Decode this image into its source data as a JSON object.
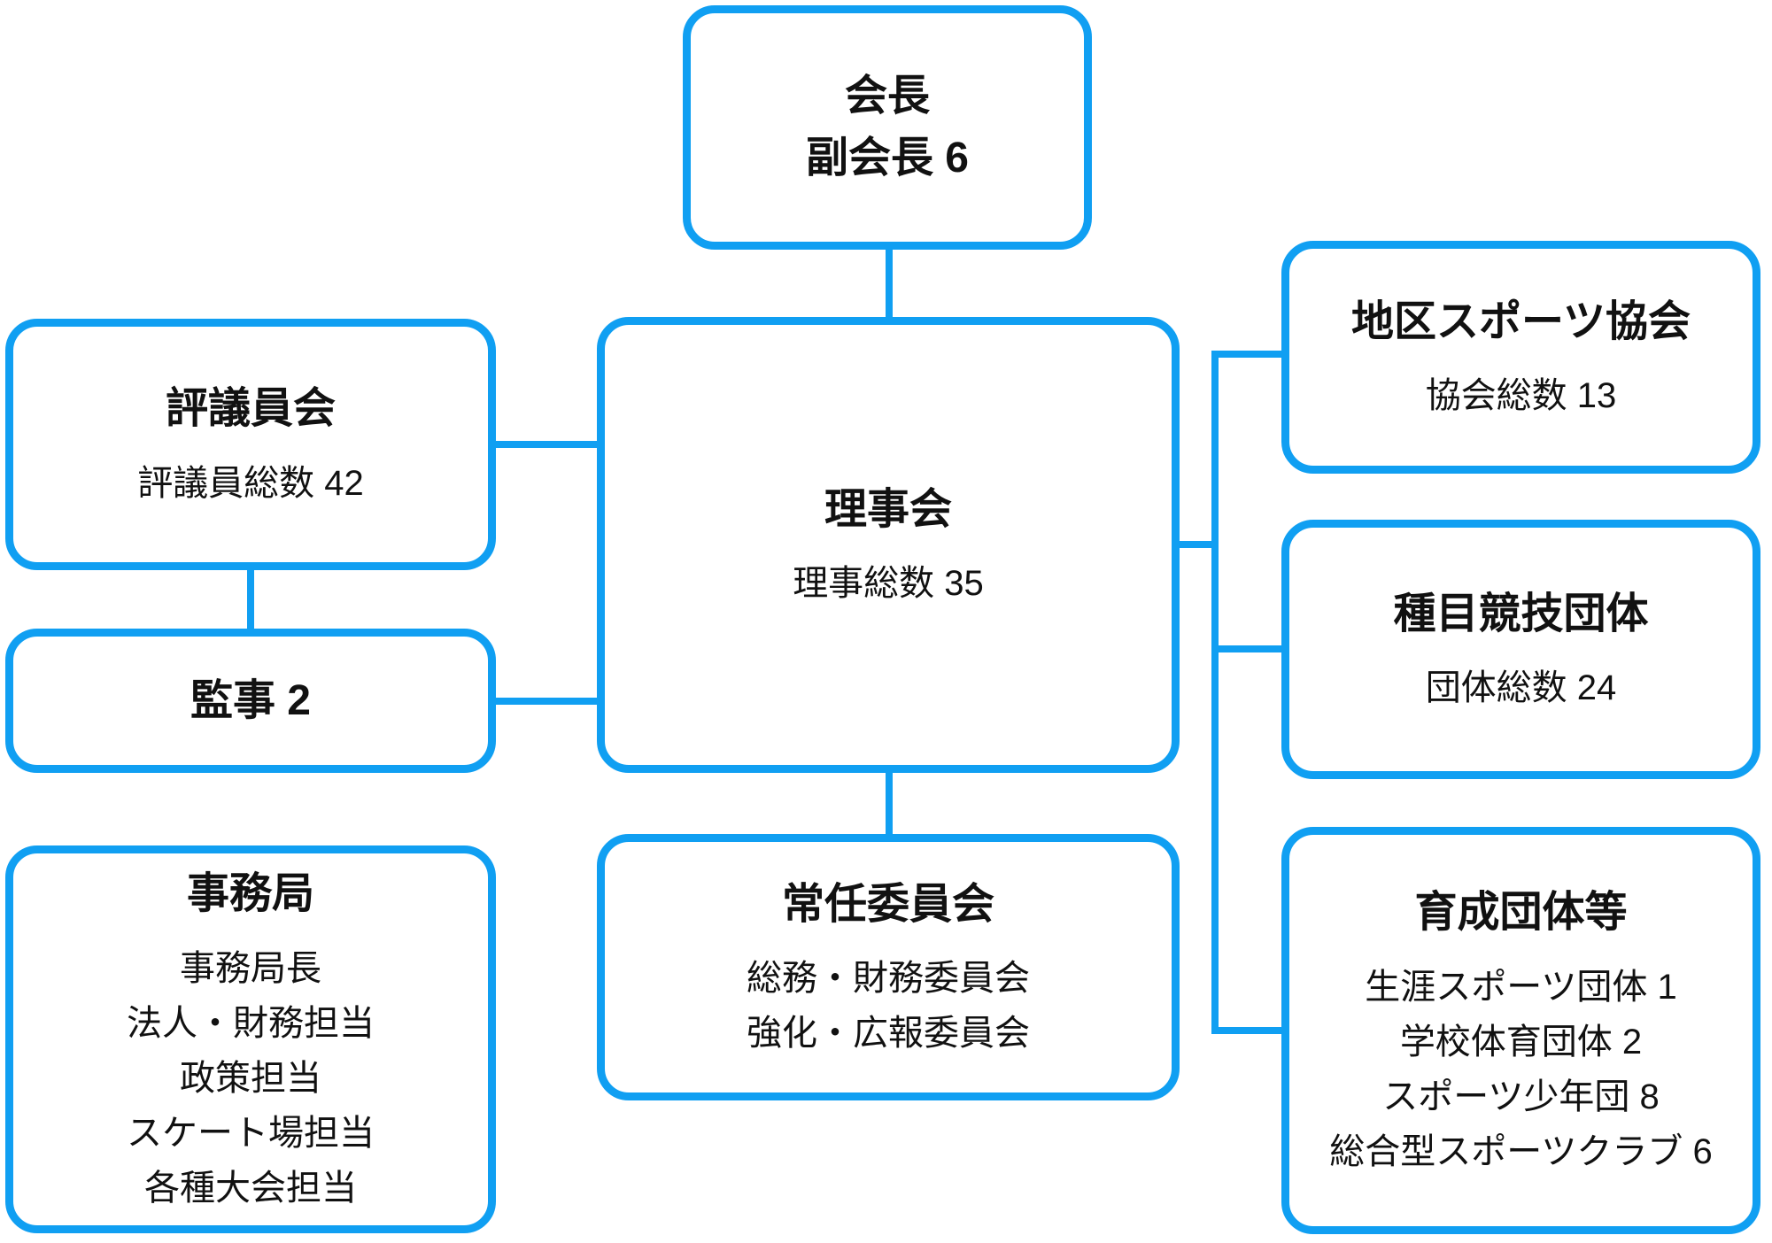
{
  "diagram": {
    "accent_color": "#109FF2",
    "text_color": "#111111",
    "boxes": {
      "chairman": {
        "lines": [
          "会長",
          "副会長 6"
        ]
      },
      "council": {
        "title": "評議員会",
        "subtitle": "評議員総数 42"
      },
      "auditors": {
        "title": "監事 2"
      },
      "secretariat": {
        "title": "事務局",
        "items": [
          "事務局長",
          "法人・財務担当",
          "政策担当",
          "スケート場担当",
          "各種大会担当"
        ]
      },
      "board": {
        "title": "理事会",
        "subtitle": "理事総数 35"
      },
      "standing_committee": {
        "title": "常任委員会",
        "items": [
          "総務・財務委員会",
          "強化・広報委員会"
        ]
      },
      "district_sports": {
        "title": "地区スポーツ協会",
        "subtitle": "協会総数 13"
      },
      "competition_orgs": {
        "title": "種目競技団体",
        "subtitle": "団体総数 24"
      },
      "development_orgs": {
        "title": "育成団体等",
        "items": [
          "生涯スポーツ団体 1",
          "学校体育団体 2",
          "スポーツ少年団 8",
          "総合型スポーツクラブ 6"
        ]
      }
    }
  }
}
